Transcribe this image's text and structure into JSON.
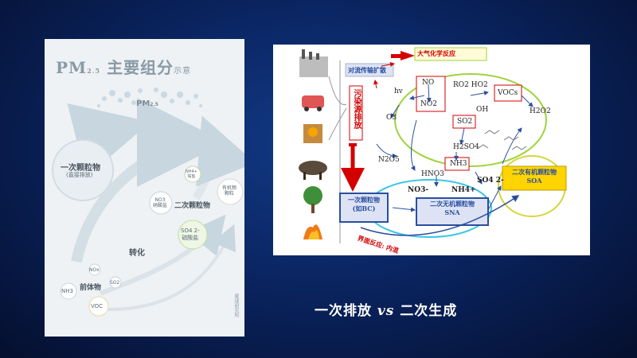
{
  "left_figure": {
    "title_pm": "PM",
    "title_sub": "2.5",
    "title_main": " 主要组分",
    "title_small": "示意",
    "top_label_pm": "PM",
    "top_label_sub": "2.5",
    "primary_particles": "一次颗粒物",
    "primary_particles_note": "(直接排放)",
    "secondary_particles": "二次颗粒物",
    "nitrate_formula": "NO3",
    "nitrate_name": "硝酸盐",
    "ammonium_formula": "NH4+",
    "ammonium_name": "铵盐",
    "sulfate_formula": "SO4 2-",
    "sulfate_name": "硫酸盐",
    "organic_name": "有机物",
    "organic_sub": "颗粒",
    "conversion": "转化",
    "precursors": "前体物",
    "nox": "NOx",
    "so2": "SO2",
    "nh3": "NH3",
    "voc": "VOC",
    "watermark": "星球研究所"
  },
  "right_figure": {
    "transport": "对流传输扩散",
    "atmos_chem": "大气化学反应",
    "emission": "污染源排放",
    "no": "NO",
    "no2": "NO2",
    "hv": "hv",
    "o3": "O3",
    "ro2ho2": "RO2 HO2",
    "oh": "OH",
    "vocs": "VOCs",
    "h2o2": "H2O2",
    "so2": "SO2",
    "h2so4": "H2SO4",
    "n2o5": "N2O5",
    "hno3": "HNO3",
    "nh3": "NH3",
    "no3": "NO3-",
    "nh4": "NH4+",
    "so4": "SO4 2-",
    "primary": "一次颗粒物",
    "primary_bc": "(如BC)",
    "sna_title": "二次无机颗粒物",
    "sna": "SNA",
    "soa_title": "二次有机颗粒物",
    "soa": "SOA",
    "interface": "界面反应: 内混"
  },
  "caption": {
    "left": "一次排放 ",
    "vs": "vs",
    "right": " 二次生成"
  },
  "colors": {
    "bg": "#0a2562",
    "red": "#d40000",
    "soa_fill": "#ffd400",
    "sna_fill": "#dfe6f7"
  }
}
